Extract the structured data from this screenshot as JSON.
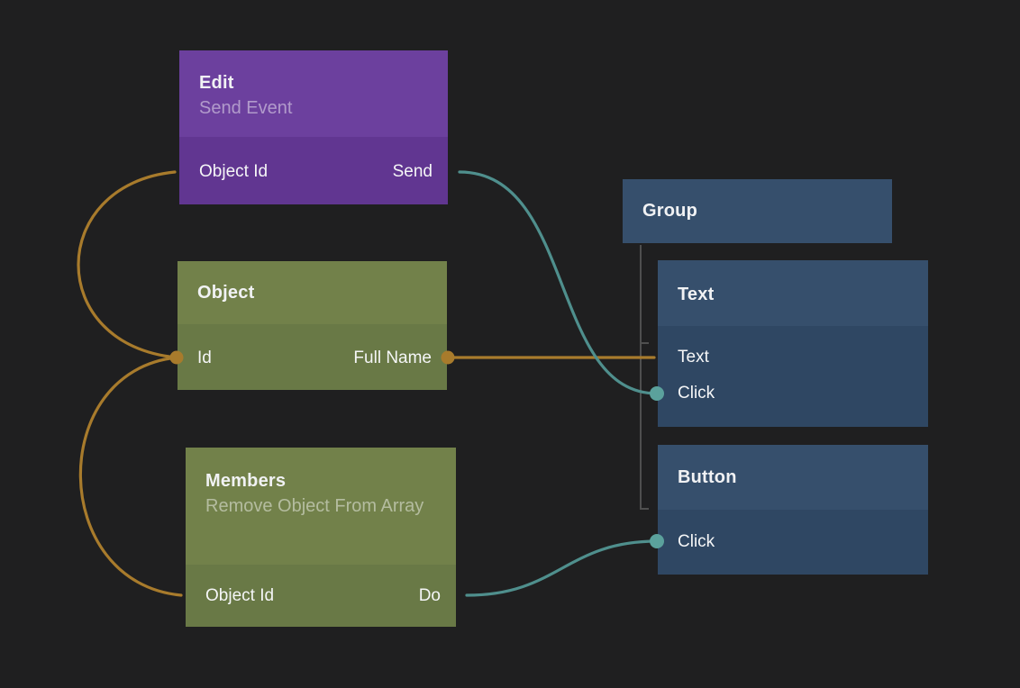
{
  "colors": {
    "background": "#1f1f20",
    "data_wire": "#a87b2c",
    "signal_wire": "#4f8f8d",
    "signal_port": "#5ba19c",
    "tree_line": "#4f4f4f",
    "purple_header": "#6c409e",
    "purple_body": "#613691",
    "green_header": "#72814a",
    "green_body": "#697946",
    "blue_header": "#364f6c",
    "blue_body": "#2f4763"
  },
  "nodes": {
    "edit": {
      "title": "Edit",
      "subtitle": "Send Event",
      "ports": {
        "object_id": "Object Id",
        "send": "Send"
      }
    },
    "object": {
      "title": "Object",
      "ports": {
        "id": "Id",
        "full_name": "Full Name"
      }
    },
    "members": {
      "title": "Members",
      "subtitle": "Remove Object From Array",
      "ports": {
        "object_id": "Object Id",
        "do": "Do"
      }
    },
    "group": {
      "title": "Group"
    },
    "text": {
      "title": "Text",
      "ports": {
        "text": "Text",
        "click": "Click"
      }
    },
    "button": {
      "title": "Button",
      "ports": {
        "click": "Click"
      }
    }
  },
  "connections": [
    {
      "from": "Object.Id",
      "to": "Edit.Object Id",
      "type": "data"
    },
    {
      "from": "Object.Id",
      "to": "Members.Object Id",
      "type": "data"
    },
    {
      "from": "Object.Full Name",
      "to": "Text.Text",
      "type": "data"
    },
    {
      "from": "Text.Click",
      "to": "Edit.Send",
      "type": "signal"
    },
    {
      "from": "Button.Click",
      "to": "Members.Do",
      "type": "signal"
    }
  ],
  "hierarchy": {
    "parent": "Group",
    "children": [
      "Text",
      "Button"
    ]
  }
}
